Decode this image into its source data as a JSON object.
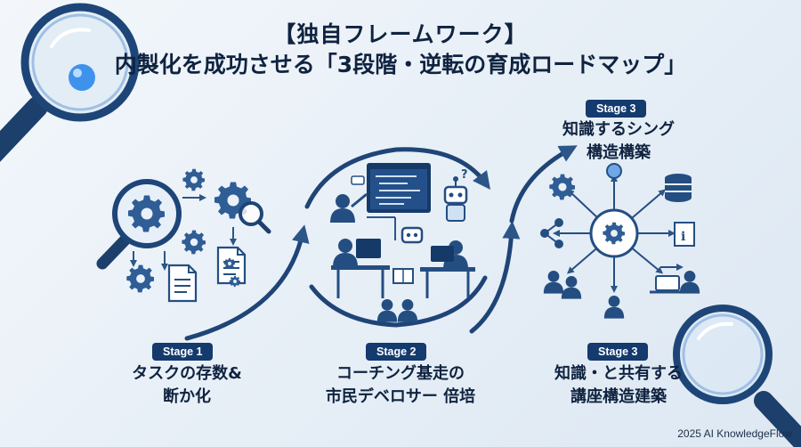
{
  "header": {
    "line1": "【独自フレームワーク】",
    "line2": "内製化を成功させる「3段階・逆転の育成ロードマップ」"
  },
  "stages": [
    {
      "badge": "Stage 1",
      "line1": "タスクの存数&",
      "line2": "断か化"
    },
    {
      "badge": "Stage 2",
      "line1": "コーチング基走の",
      "line2": "市民デベロサー 倍培"
    },
    {
      "badge": "Stage 3",
      "line1": "知識・と共有する",
      "line2": "講座構造建築"
    }
  ],
  "top_stage": {
    "badge": "Stage 3",
    "line1": "知識するシング",
    "line2": "構造構築"
  },
  "footer": {
    "copyright": "2025 AI KnowledgeFlow"
  },
  "colors": {
    "navy": "#143a6e",
    "blue": "#2f6db5",
    "light": "#6fa8e6",
    "bg": "#eaf1f8"
  }
}
